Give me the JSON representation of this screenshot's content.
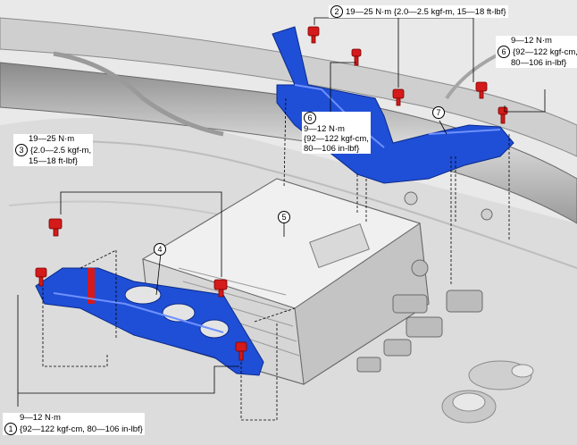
{
  "colors": {
    "bracket": "#1f4fd6",
    "bolt": "#d41a1a",
    "metal_light": "#e6e6e6",
    "metal_mid": "#bdbdbd",
    "metal_dark": "#7a7a7a",
    "line": "#000000"
  },
  "callouts": {
    "c1": {
      "num": "1",
      "line1": "9—12 N·m",
      "line2": "{92—122 kgf-cm, 80—106 in-lbf}"
    },
    "c2": {
      "num": "2",
      "line1": "19—25 N·m {2.0—2.5 kgf-m, 15—18 ft-lbf}"
    },
    "c3": {
      "num": "3",
      "line0": "19—25 N·m",
      "line1": "{2.0—2.5 kgf-m,",
      "line2": "15—18 ft-lbf}"
    },
    "c6a": {
      "num": "6",
      "line0": "9—12 N·m",
      "line1": "{92—122 kgf-cm,",
      "line2": "80—106 in-lbf}"
    },
    "c6b": {
      "num": "6",
      "line0": "9—12 N·m",
      "line1": "{92—122 kgf-cm,",
      "line2": "80—106 in-lbf}"
    }
  },
  "parts": {
    "p4": "4",
    "p5": "5",
    "p7": "7"
  }
}
